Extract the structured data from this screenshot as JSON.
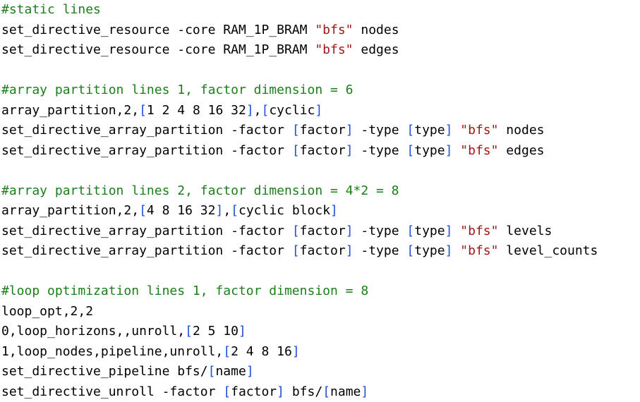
{
  "colors": {
    "comment": "#1a7f1a",
    "string": "#a31515",
    "bracket": "#1f4fd6",
    "plain": "#000000",
    "background": "#ffffff"
  },
  "lines": [
    [
      {
        "t": "#static lines",
        "k": "comment"
      }
    ],
    [
      {
        "t": "set_directive_resource -core RAM_1P_BRAM ",
        "k": "plain"
      },
      {
        "t": "\"bfs\"",
        "k": "string"
      },
      {
        "t": " nodes",
        "k": "plain"
      }
    ],
    [
      {
        "t": "set_directive_resource -core RAM_1P_BRAM ",
        "k": "plain"
      },
      {
        "t": "\"bfs\"",
        "k": "string"
      },
      {
        "t": " edges",
        "k": "plain"
      }
    ],
    [],
    [
      {
        "t": "#array partition lines 1, factor dimension = 6",
        "k": "comment"
      }
    ],
    [
      {
        "t": "array_partition,2,",
        "k": "plain"
      },
      {
        "t": "[",
        "k": "bracket"
      },
      {
        "t": "1 2 4 8 16 32",
        "k": "plain"
      },
      {
        "t": "]",
        "k": "bracket"
      },
      {
        "t": ",",
        "k": "plain"
      },
      {
        "t": "[",
        "k": "bracket"
      },
      {
        "t": "cyclic",
        "k": "plain"
      },
      {
        "t": "]",
        "k": "bracket"
      }
    ],
    [
      {
        "t": "set_directive_array_partition -factor ",
        "k": "plain"
      },
      {
        "t": "[",
        "k": "bracket"
      },
      {
        "t": "factor",
        "k": "plain"
      },
      {
        "t": "]",
        "k": "bracket"
      },
      {
        "t": " -type ",
        "k": "plain"
      },
      {
        "t": "[",
        "k": "bracket"
      },
      {
        "t": "type",
        "k": "plain"
      },
      {
        "t": "]",
        "k": "bracket"
      },
      {
        "t": " ",
        "k": "plain"
      },
      {
        "t": "\"bfs\"",
        "k": "string"
      },
      {
        "t": " nodes",
        "k": "plain"
      }
    ],
    [
      {
        "t": "set_directive_array_partition -factor ",
        "k": "plain"
      },
      {
        "t": "[",
        "k": "bracket"
      },
      {
        "t": "factor",
        "k": "plain"
      },
      {
        "t": "]",
        "k": "bracket"
      },
      {
        "t": " -type ",
        "k": "plain"
      },
      {
        "t": "[",
        "k": "bracket"
      },
      {
        "t": "type",
        "k": "plain"
      },
      {
        "t": "]",
        "k": "bracket"
      },
      {
        "t": " ",
        "k": "plain"
      },
      {
        "t": "\"bfs\"",
        "k": "string"
      },
      {
        "t": " edges",
        "k": "plain"
      }
    ],
    [],
    [
      {
        "t": "#array partition lines 2, factor dimension = 4*2 = 8",
        "k": "comment"
      }
    ],
    [
      {
        "t": "array_partition,2,",
        "k": "plain"
      },
      {
        "t": "[",
        "k": "bracket"
      },
      {
        "t": "4 8 16 32",
        "k": "plain"
      },
      {
        "t": "]",
        "k": "bracket"
      },
      {
        "t": ",",
        "k": "plain"
      },
      {
        "t": "[",
        "k": "bracket"
      },
      {
        "t": "cyclic block",
        "k": "plain"
      },
      {
        "t": "]",
        "k": "bracket"
      }
    ],
    [
      {
        "t": "set_directive_array_partition -factor ",
        "k": "plain"
      },
      {
        "t": "[",
        "k": "bracket"
      },
      {
        "t": "factor",
        "k": "plain"
      },
      {
        "t": "]",
        "k": "bracket"
      },
      {
        "t": " -type ",
        "k": "plain"
      },
      {
        "t": "[",
        "k": "bracket"
      },
      {
        "t": "type",
        "k": "plain"
      },
      {
        "t": "]",
        "k": "bracket"
      },
      {
        "t": " ",
        "k": "plain"
      },
      {
        "t": "\"bfs\"",
        "k": "string"
      },
      {
        "t": " levels",
        "k": "plain"
      }
    ],
    [
      {
        "t": "set_directive_array_partition -factor ",
        "k": "plain"
      },
      {
        "t": "[",
        "k": "bracket"
      },
      {
        "t": "factor",
        "k": "plain"
      },
      {
        "t": "]",
        "k": "bracket"
      },
      {
        "t": " -type ",
        "k": "plain"
      },
      {
        "t": "[",
        "k": "bracket"
      },
      {
        "t": "type",
        "k": "plain"
      },
      {
        "t": "]",
        "k": "bracket"
      },
      {
        "t": " ",
        "k": "plain"
      },
      {
        "t": "\"bfs\"",
        "k": "string"
      },
      {
        "t": " level_counts",
        "k": "plain"
      }
    ],
    [],
    [
      {
        "t": "#loop optimization lines 1, factor dimension = 8",
        "k": "comment"
      }
    ],
    [
      {
        "t": "loop_opt,2,2",
        "k": "plain"
      }
    ],
    [
      {
        "t": "0,loop_horizons,,unroll,",
        "k": "plain"
      },
      {
        "t": "[",
        "k": "bracket"
      },
      {
        "t": "2 5 10",
        "k": "plain"
      },
      {
        "t": "]",
        "k": "bracket"
      }
    ],
    [
      {
        "t": "1,loop_nodes,pipeline,unroll,",
        "k": "plain"
      },
      {
        "t": "[",
        "k": "bracket"
      },
      {
        "t": "2 4 8 16",
        "k": "plain"
      },
      {
        "t": "]",
        "k": "bracket"
      }
    ],
    [
      {
        "t": "set_directive_pipeline bfs/",
        "k": "plain"
      },
      {
        "t": "[",
        "k": "bracket"
      },
      {
        "t": "name",
        "k": "plain"
      },
      {
        "t": "]",
        "k": "bracket"
      }
    ],
    [
      {
        "t": "set_directive_unroll -factor ",
        "k": "plain"
      },
      {
        "t": "[",
        "k": "bracket"
      },
      {
        "t": "factor",
        "k": "plain"
      },
      {
        "t": "]",
        "k": "bracket"
      },
      {
        "t": " bfs/",
        "k": "plain"
      },
      {
        "t": "[",
        "k": "bracket"
      },
      {
        "t": "name",
        "k": "plain"
      },
      {
        "t": "]",
        "k": "bracket"
      }
    ]
  ]
}
